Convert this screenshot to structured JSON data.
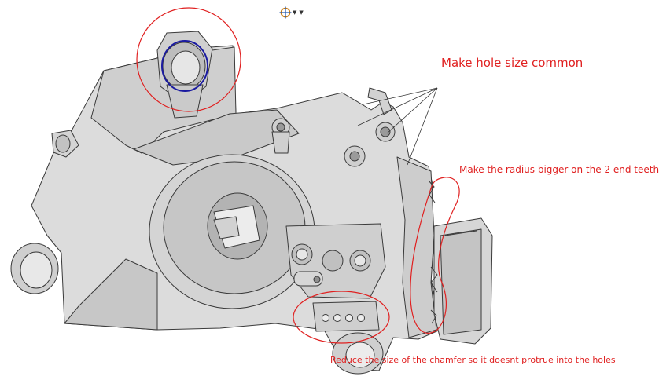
{
  "toolbar": {
    "view_icon": "target-crosshair-icon",
    "dropdown_icon": "caret-down-icon"
  },
  "annotations": {
    "hole_size": "Make hole size common",
    "radius": "Make the radius bigger on the 2 end teeth",
    "chamfer": "Reduce the size of the chamfer so it doesnt protrue into the holes"
  },
  "colors": {
    "annotation": "#e02020",
    "highlight_ring": "#1a1aa0",
    "part_face": "#d8d8d8",
    "part_edge": "#3a3a3a"
  }
}
